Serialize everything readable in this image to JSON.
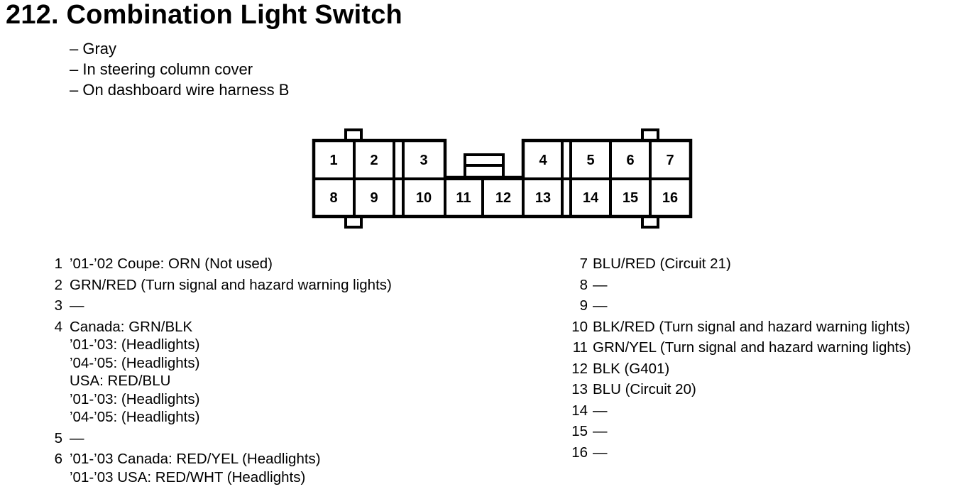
{
  "title": "212. Combination Light Switch",
  "info": [
    "– Gray",
    "– In steering column cover",
    "– On dashboard wire harness B"
  ],
  "pins": [
    {
      "n": "1",
      "lines": [
        "’01-’02 Coupe: ORN (Not used)"
      ]
    },
    {
      "n": "2",
      "lines": [
        "GRN/RED (Turn signal and hazard warning lights)"
      ]
    },
    {
      "n": "3",
      "lines": [
        "—"
      ]
    },
    {
      "n": "4",
      "lines": [
        "Canada: GRN/BLK",
        "’01-’03: (Headlights)",
        "’04-’05: (Headlights)",
        "USA: RED/BLU",
        "’01-’03: (Headlights)",
        "’04-’05: (Headlights)"
      ]
    },
    {
      "n": "5",
      "lines": [
        "—"
      ]
    },
    {
      "n": "6",
      "lines": [
        "’01-’03 Canada: RED/YEL (Headlights)",
        "’01-’03 USA: RED/WHT (Headlights)"
      ]
    },
    {
      "n": "7",
      "lines": [
        "BLU/RED (Circuit 21)"
      ]
    },
    {
      "n": "8",
      "lines": [
        "—"
      ]
    },
    {
      "n": "9",
      "lines": [
        "—"
      ]
    },
    {
      "n": "10",
      "lines": [
        "BLK/RED (Turn signal and hazard warning lights)"
      ]
    },
    {
      "n": "11",
      "lines": [
        "GRN/YEL (Turn signal and hazard warning lights)"
      ]
    },
    {
      "n": "12",
      "lines": [
        "BLK (G401)"
      ]
    },
    {
      "n": "13",
      "lines": [
        "BLU (Circuit 20)"
      ]
    },
    {
      "n": "14",
      "lines": [
        "—"
      ]
    },
    {
      "n": "15",
      "lines": [
        "—"
      ]
    },
    {
      "n": "16",
      "lines": [
        "—"
      ]
    }
  ]
}
